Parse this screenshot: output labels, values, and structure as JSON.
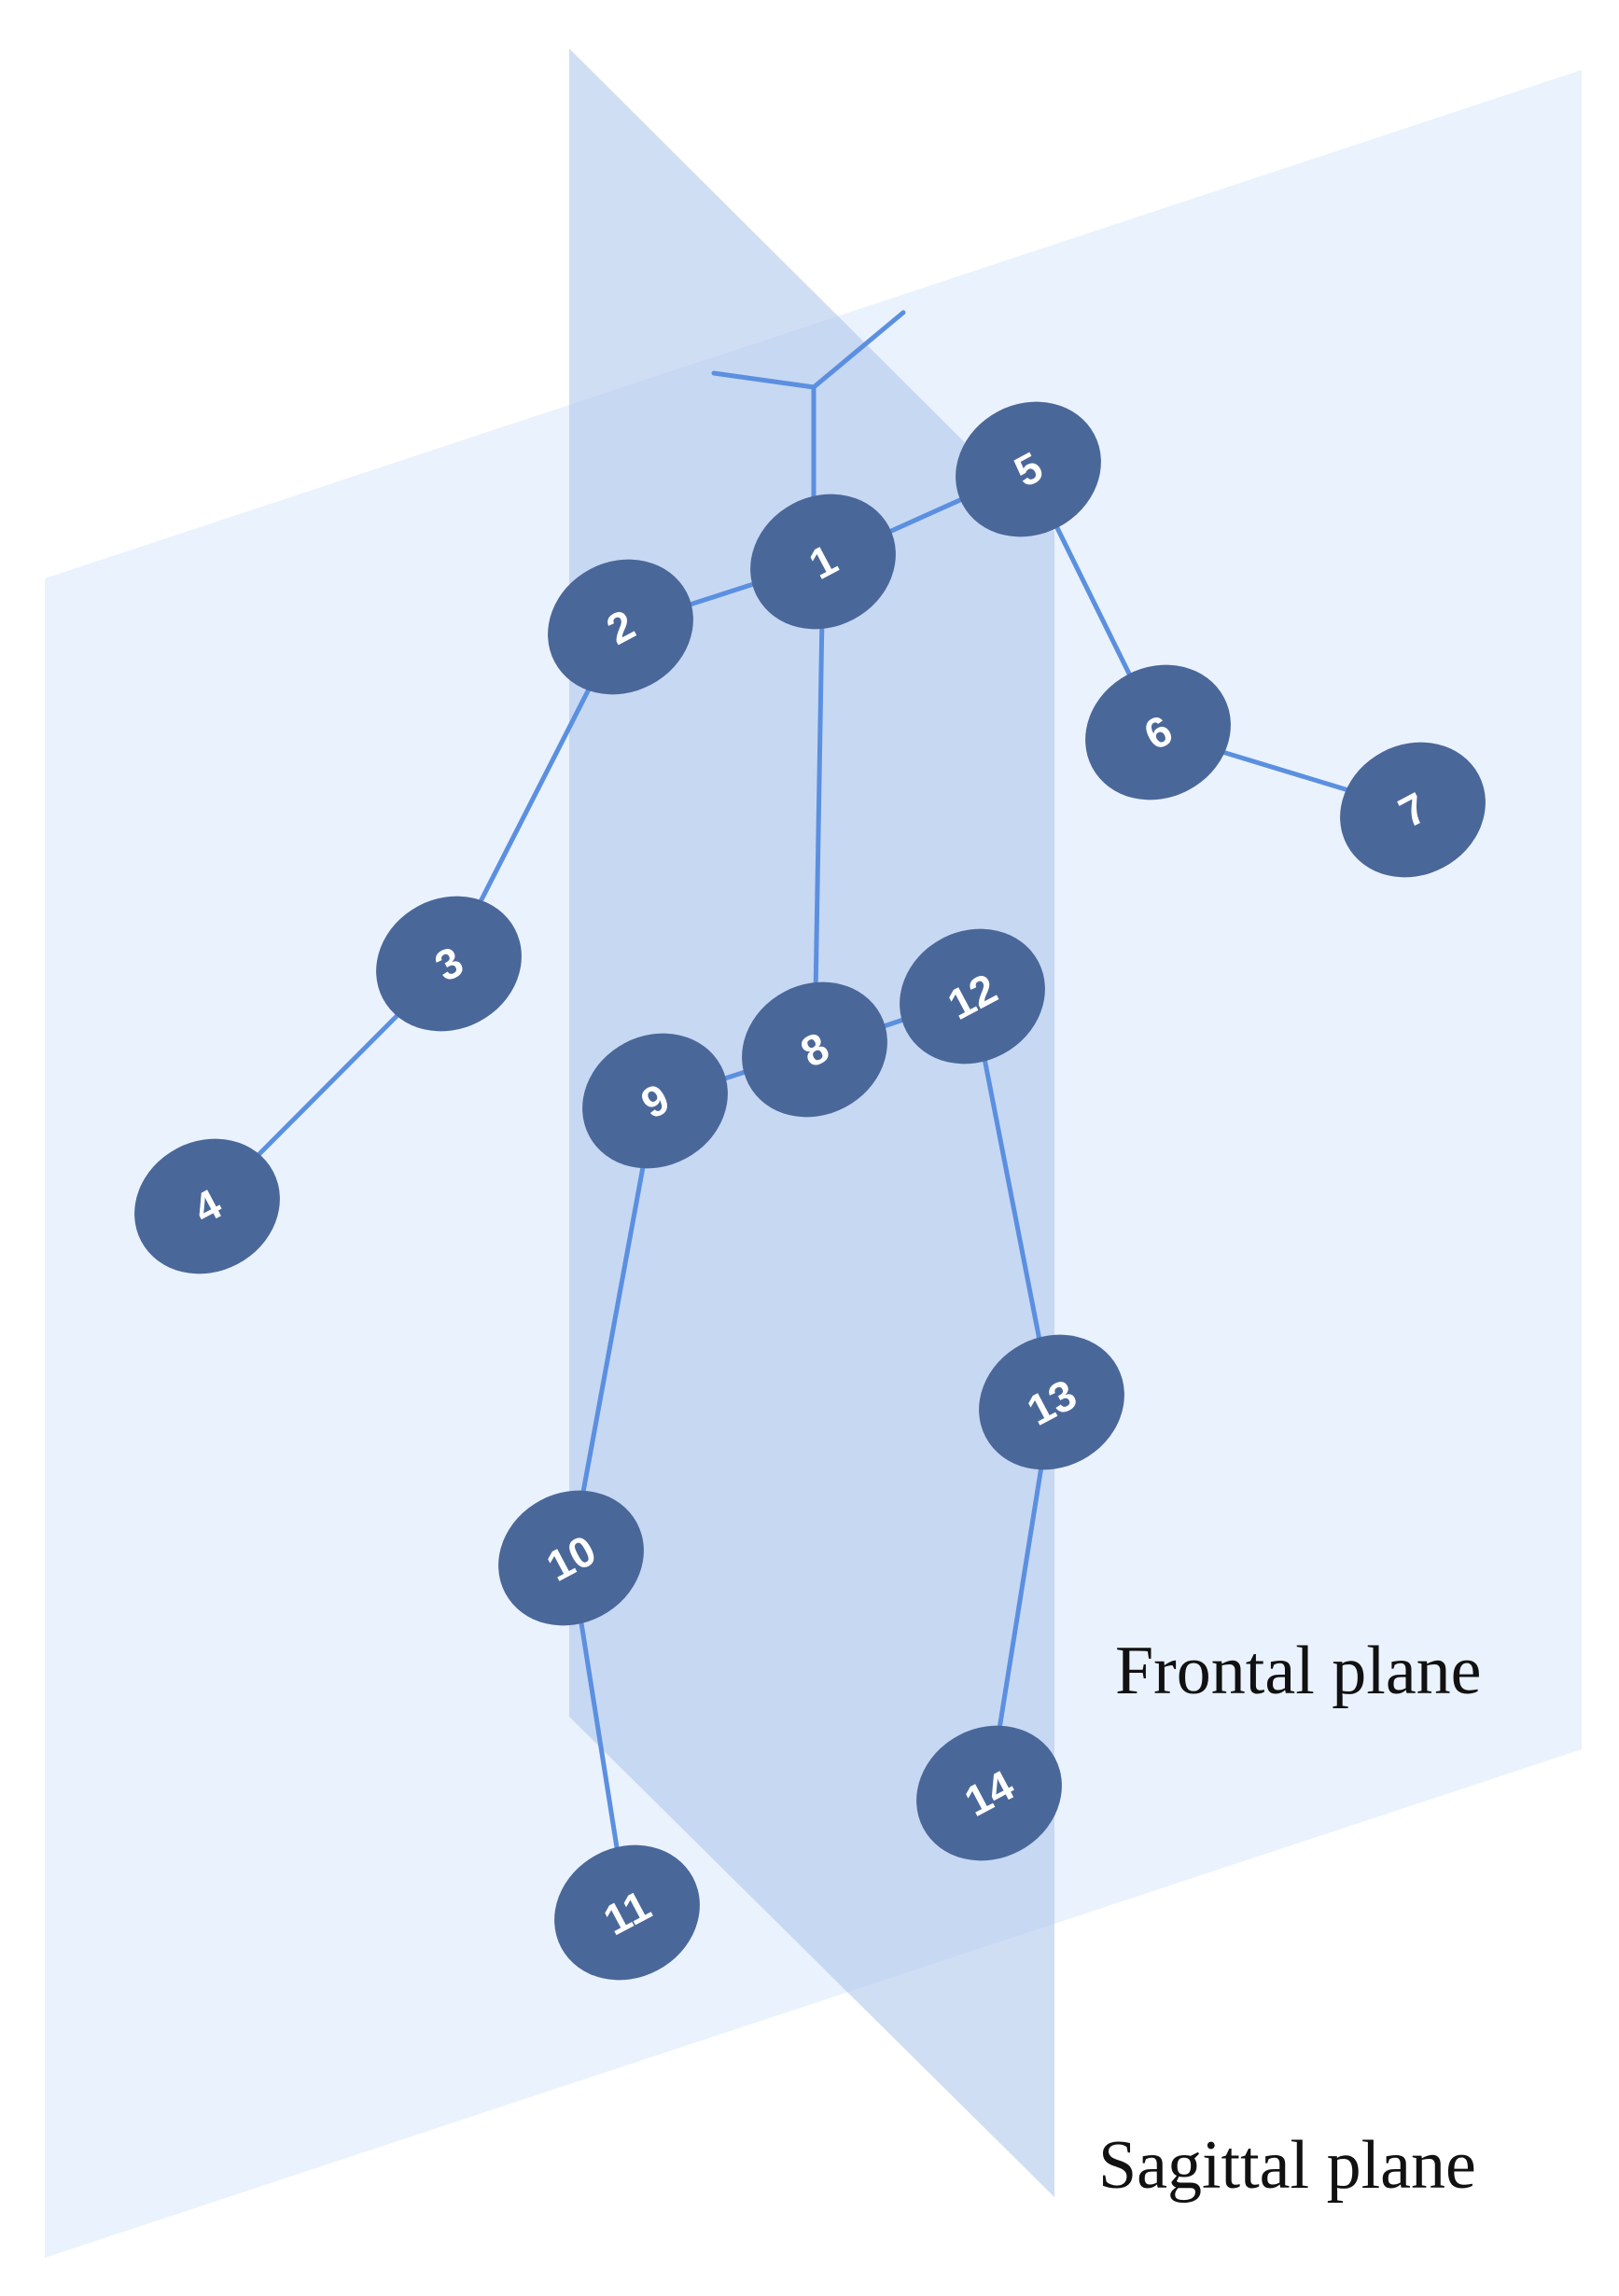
{
  "labels": {
    "frontal_plane": "Frontal plane",
    "sagittal_plane": "Sagittal plane"
  },
  "joints": [
    {
      "id": "1",
      "label": "1"
    },
    {
      "id": "2",
      "label": "2"
    },
    {
      "id": "3",
      "label": "3"
    },
    {
      "id": "4",
      "label": "4"
    },
    {
      "id": "5",
      "label": "5"
    },
    {
      "id": "6",
      "label": "6"
    },
    {
      "id": "7",
      "label": "7"
    },
    {
      "id": "8",
      "label": "8"
    },
    {
      "id": "9",
      "label": "9"
    },
    {
      "id": "10",
      "label": "10"
    },
    {
      "id": "11",
      "label": "11"
    },
    {
      "id": "12",
      "label": "12"
    },
    {
      "id": "13",
      "label": "13"
    },
    {
      "id": "14",
      "label": "14"
    }
  ],
  "bones": [
    [
      "1",
      "2"
    ],
    [
      "2",
      "3"
    ],
    [
      "3",
      "4"
    ],
    [
      "1",
      "5"
    ],
    [
      "5",
      "6"
    ],
    [
      "6",
      "7"
    ],
    [
      "1",
      "8"
    ],
    [
      "8",
      "9"
    ],
    [
      "9",
      "10"
    ],
    [
      "10",
      "11"
    ],
    [
      "8",
      "12"
    ],
    [
      "12",
      "13"
    ],
    [
      "13",
      "14"
    ]
  ],
  "colors": {
    "frontal_plane": "#eaf3fd",
    "sagittal_plane": "#bccfee",
    "joint": "#4a6799",
    "bone": "#5b8fe0",
    "label_text": "#ffffff"
  }
}
